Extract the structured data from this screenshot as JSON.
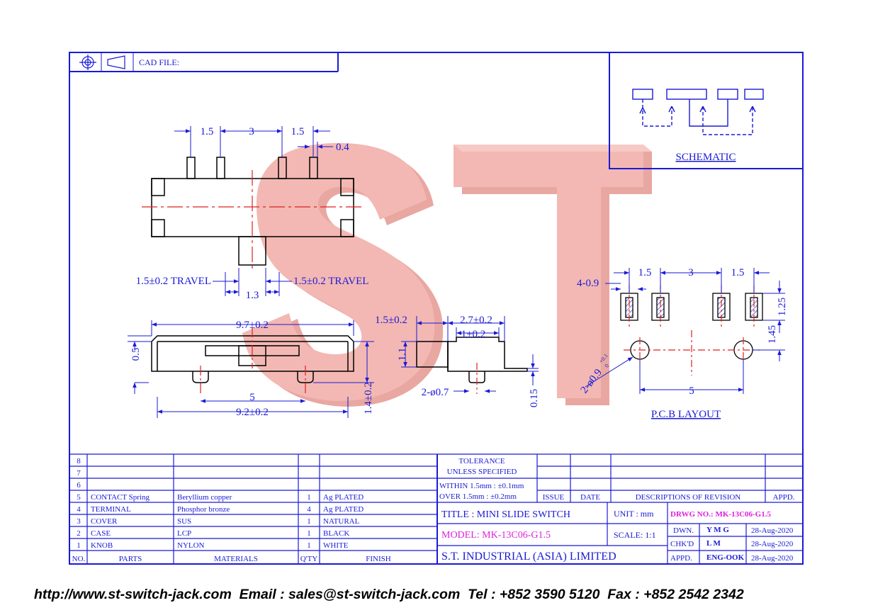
{
  "colors": {
    "frame": "#1a1ad6",
    "center_line": "#e02020",
    "magenta": "#e020e0",
    "watermark": "#f0a8a4"
  },
  "watermark": {
    "text": "ST"
  },
  "header": {
    "cad_file_label": "CAD FILE:"
  },
  "schematic": {
    "label": "SCHEMATIC"
  },
  "top_view": {
    "dim_1": "1.5",
    "dim_2": "3",
    "dim_3": "1.5",
    "dim_pin": "0.4",
    "travel_left": "1.5±0.2  TRAVEL",
    "travel_right": "1.5±0.2  TRAVEL",
    "knob_width": "1.3"
  },
  "front_view": {
    "overall_width": "9.7±0.2",
    "height_left": "0.5",
    "pin_pitch": "5",
    "base_width": "9.2±0.2",
    "height_total": "1.4±0.2"
  },
  "side_view": {
    "knob_depth": "1.5±0.2",
    "body_depth": "2.7±0.2",
    "knob_offset": "1±0.2",
    "knob_height": "1.1",
    "peg_dia": "2-ø0.7",
    "plate": "0.15"
  },
  "pcb_layout": {
    "pad_label": "4-0.9",
    "dim_1": "1.5",
    "dim_2": "3",
    "dim_3": "1.5",
    "pad_h": "1.25",
    "hole_offset": "1.45",
    "hole_dia": "2-ø0.9",
    "hole_tol_plus": "+0.1",
    "hole_tol_minus": "0",
    "hole_pitch": "5",
    "label": "P.C.B  LAYOUT"
  },
  "bom": {
    "rows": [
      {
        "no": "8",
        "part": "",
        "material": "",
        "qty": "",
        "finish": ""
      },
      {
        "no": "7",
        "part": "",
        "material": "",
        "qty": "",
        "finish": ""
      },
      {
        "no": "6",
        "part": "",
        "material": "",
        "qty": "",
        "finish": ""
      },
      {
        "no": "5",
        "part": "CONTACT Spring",
        "material": "Beryllium copper",
        "qty": "1",
        "finish": "Ag PLATED"
      },
      {
        "no": "4",
        "part": "TERMINAL",
        "material": "Phosphor bronze",
        "qty": "4",
        "finish": "Ag PLATED"
      },
      {
        "no": "3",
        "part": "COVER",
        "material": "SUS",
        "qty": "1",
        "finish": "NATURAL"
      },
      {
        "no": "2",
        "part": "CASE",
        "material": "LCP",
        "qty": "1",
        "finish": "BLACK"
      },
      {
        "no": "1",
        "part": "KNOB",
        "material": "NYLON",
        "qty": "1",
        "finish": "WHITE"
      }
    ],
    "headers": {
      "no": "NO.",
      "part": "PARTS",
      "material": "MATERIALS",
      "qty": "Q'TY",
      "finish": "FINISH"
    }
  },
  "tolerance": {
    "title_1": "TOLERANCE",
    "title_2": "UNLESS   SPECIFIED",
    "within": "WITHIN  1.5mm : ±0.1mm",
    "over": "OVER    1.5mm : ±0.2mm"
  },
  "revision": {
    "issue": "ISSUE",
    "date": "DATE",
    "descriptions": "DESCRIPTIONS  OF  REVISION",
    "appd": "APPD."
  },
  "title_block": {
    "title": "TITLE : MINI SLIDE SWITCH",
    "unit": "UNIT :   mm",
    "drwg_no": "DRWG NO.: MK-13C06-G1.5",
    "model": "MODEL: MK-13C06-G1.5",
    "scale": "SCALE:   1:1",
    "company": "S.T.  INDUSTRIAL  (ASIA)  LIMITED",
    "dwn_label": "DWN.",
    "dwn_value": "Y M G",
    "dwn_date": "28-Aug-2020",
    "chkd_label": "CHK'D",
    "chkd_value": "L M",
    "chkd_date": "28-Aug-2020",
    "appd_label": "APPD.",
    "appd_value": "ENG-OOK",
    "appd_date": "28-Aug-2020"
  },
  "footer": {
    "text": "http://www.st-switch-jack.com  Email : sales@st-switch-jack.com  Tel : +852 3590 5120  Fax : +852 2542 2342"
  }
}
